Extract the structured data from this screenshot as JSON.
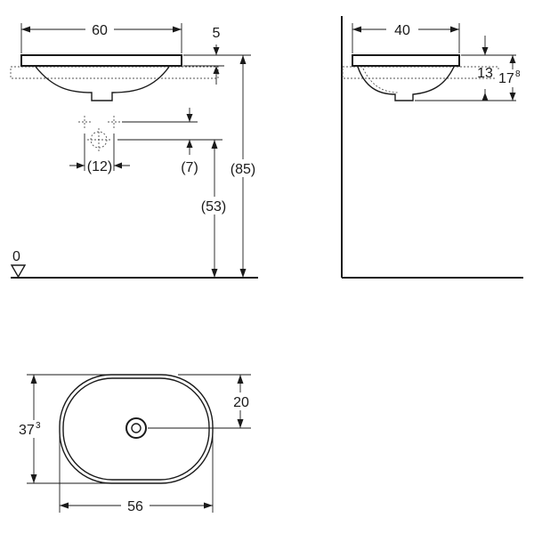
{
  "front_view": {
    "width": "60",
    "rim_height": "5",
    "tap_spacing": "(12)",
    "tap_offset": "(7)",
    "tap_height": "(53)",
    "total_height": "(85)",
    "floor_level": "0"
  },
  "side_view": {
    "depth": "40",
    "bowl_height": "13",
    "total_height_main": "17",
    "total_height_sup": "8"
  },
  "top_view": {
    "depth_main": "37",
    "depth_sup": "3",
    "drain_offset": "20",
    "length": "56"
  },
  "colors": {
    "ink": "#1a1a1a",
    "hatch": "#555555"
  }
}
